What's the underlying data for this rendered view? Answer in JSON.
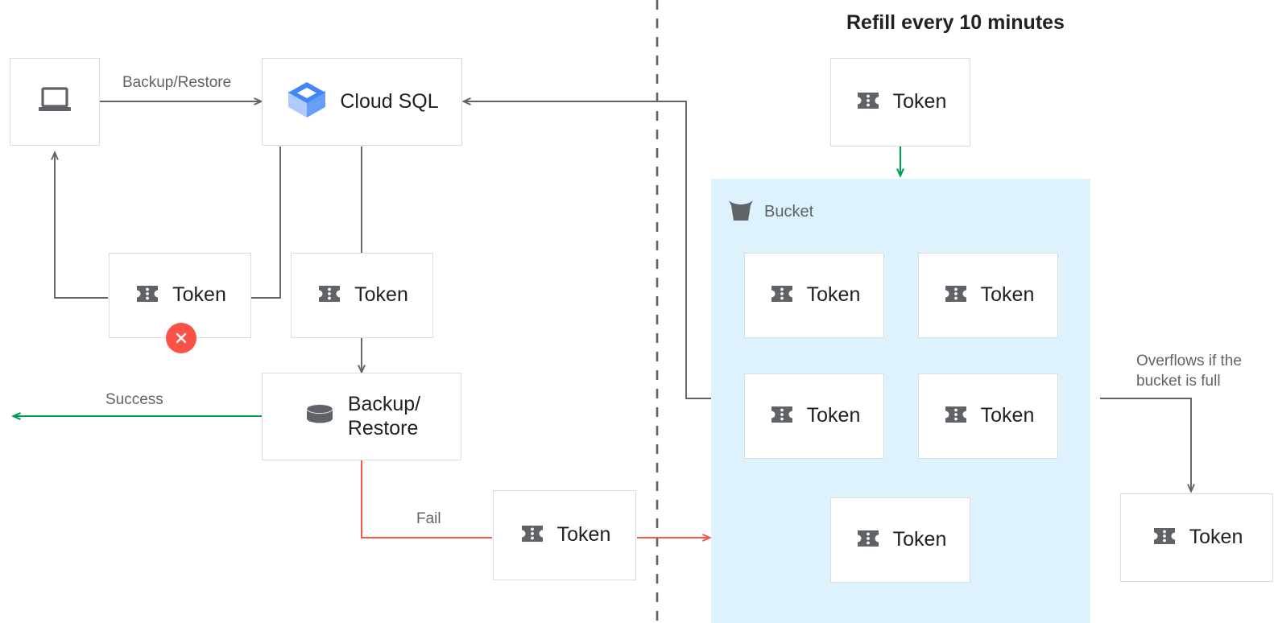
{
  "diagram": {
    "title": "Refill every 10 minutes",
    "colors": {
      "bucket_fill": "#ddf2fd",
      "box_border": "#dadce0",
      "edge_gray": "#5f6368",
      "edge_green": "#009d4f",
      "edge_red": "#f9574a",
      "error_badge": "#fa5246",
      "text_primary": "#202124",
      "text_secondary": "#5f6368",
      "cloudsql_blue": "#4285f4",
      "cloudsql_blue_light": "#a8c7fa"
    },
    "labels": {
      "backup_restore_edge": "Backup/Restore",
      "success": "Success",
      "fail": "Fail",
      "overflow": "Overflows if the\nbucket is full"
    }
  },
  "nodes": {
    "client": {
      "name": "client-workstation",
      "label": "",
      "icon": "laptop-icon"
    },
    "cloud_sql": {
      "name": "cloud-sql",
      "label": "Cloud SQL",
      "icon": "cloud-sql-icon"
    },
    "token_rejected": {
      "name": "token-rejected",
      "label": "Token",
      "icon": "token-icon",
      "badge": "error-x-icon"
    },
    "token_consumed": {
      "name": "token-consumed",
      "label": "Token",
      "icon": "token-icon"
    },
    "backup_restore": {
      "name": "backup-restore",
      "label": "Backup/\nRestore",
      "icon": "database-icon"
    },
    "token_fail": {
      "name": "token-returned-on-fail",
      "label": "Token",
      "icon": "token-icon"
    },
    "token_refill": {
      "name": "token-refill",
      "label": "Token",
      "icon": "token-icon"
    },
    "token_overflow": {
      "name": "token-overflow",
      "label": "Token",
      "icon": "token-icon"
    }
  },
  "bucket": {
    "title": "Bucket",
    "icon": "bucket-icon",
    "tokens": [
      {
        "label": "Token",
        "icon": "token-icon"
      },
      {
        "label": "Token",
        "icon": "token-icon"
      },
      {
        "label": "Token",
        "icon": "token-icon"
      },
      {
        "label": "Token",
        "icon": "token-icon"
      },
      {
        "label": "Token",
        "icon": "token-icon"
      }
    ]
  }
}
